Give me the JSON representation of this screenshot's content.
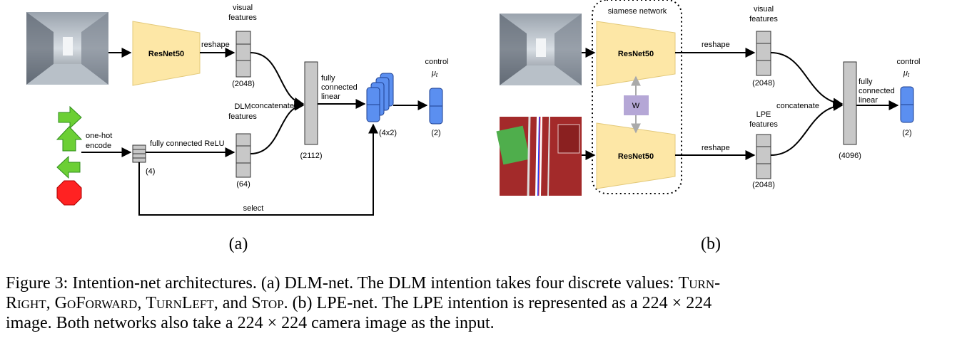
{
  "panel_a": {
    "resnet_label": "ResNet50",
    "reshape": "reshape",
    "visual_features_1": "visual",
    "visual_features_2": "features",
    "visual_dim": "(2048)",
    "one_hot_1": "one-hot",
    "one_hot_2": "encode",
    "encode_dim": "(4)",
    "fc_relu": "fully connected ReLU",
    "dlm_features_1": "DLM",
    "dlm_features_2": "features",
    "dlm_dim": "(64)",
    "concatenate": "concatenate",
    "concat_dim": "(2112)",
    "fc_linear_1": "fully",
    "fc_linear_2": "connected",
    "fc_linear_3": "linear",
    "stack_dim": "(4x2)",
    "control": "control",
    "mu": "μ",
    "mu_sub": "t",
    "out_dim": "(2)",
    "select": "select",
    "tag": "(a)"
  },
  "panel_b": {
    "siamese": "siamese network",
    "resnet_top": "ResNet50",
    "resnet_bottom": "ResNet50",
    "w": "W",
    "reshape_top": "reshape",
    "reshape_bottom": "reshape",
    "visual_features_1": "visual",
    "visual_features_2": "features",
    "visual_dim": "(2048)",
    "lpe_features_1": "LPE",
    "lpe_features_2": "features",
    "lpe_dim": "(2048)",
    "concatenate": "concatenate",
    "concat_dim": "(4096)",
    "fc_linear_1": "fully",
    "fc_linear_2": "connected",
    "fc_linear_3": "linear",
    "control": "control",
    "mu": "μ",
    "mu_sub": "t",
    "out_dim": "(2)",
    "tag": "(b)"
  },
  "caption": {
    "l1_a": "Figure 3: Intention-net architectures. (a) DLM-net. The DLM intention takes four discrete values: ",
    "turn_1": "Turn-",
    "l2_a": "Right",
    "l2_b": ", ",
    "goforward": "GoForward",
    "l2_c": ", ",
    "turnleft": "TurnLeft",
    "l2_d": ", and ",
    "stop": "Stop",
    "l2_e": ". (b) LPE-net. The LPE intention is represented as a 224 × 224",
    "l3": "image. Both networks also take a 224 × 224 camera image as the input."
  },
  "colors": {
    "resnet_fill": "#fde7a6",
    "feature_fill": "#c8c8c8",
    "output_fill": "#5b8ff0",
    "arrow_green": "#6ccf35",
    "stop_red": "#ff2222",
    "w_fill": "#b5a7d6"
  }
}
